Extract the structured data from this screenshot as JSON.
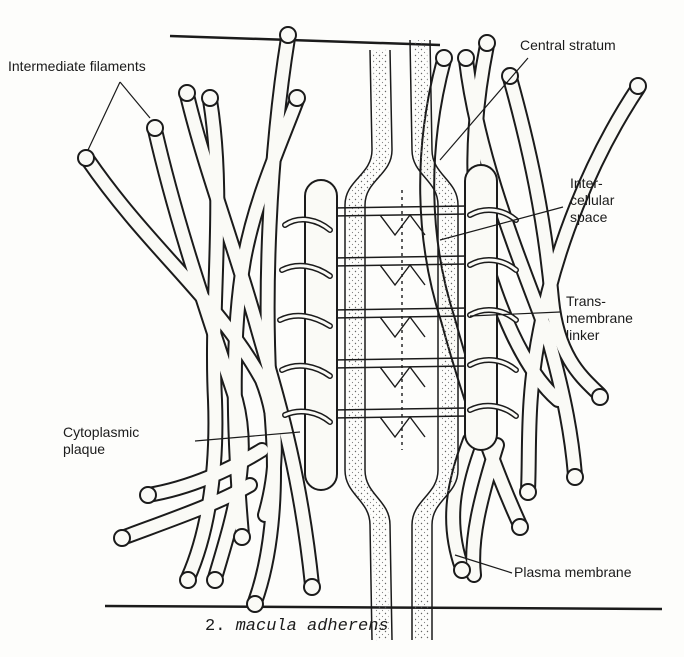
{
  "figure": {
    "labels": {
      "intermediate_filaments": "Intermediate filaments",
      "central_stratum": "Central stratum",
      "intercellular_space": [
        "Inter-",
        "cellular",
        "space"
      ],
      "transmembrane_linker": [
        "Trans-",
        "membrane",
        "linker"
      ],
      "cytoplasmic_plaque": [
        "Cytoplasmic",
        "plaque"
      ],
      "plasma_membrane": "Plasma membrane"
    },
    "caption": {
      "number": "2.",
      "title": "macula adherens"
    }
  },
  "colors": {
    "ink": "#1b1b1b",
    "paper": "#fdfdfb",
    "filament_fill": "#fafaf6"
  }
}
